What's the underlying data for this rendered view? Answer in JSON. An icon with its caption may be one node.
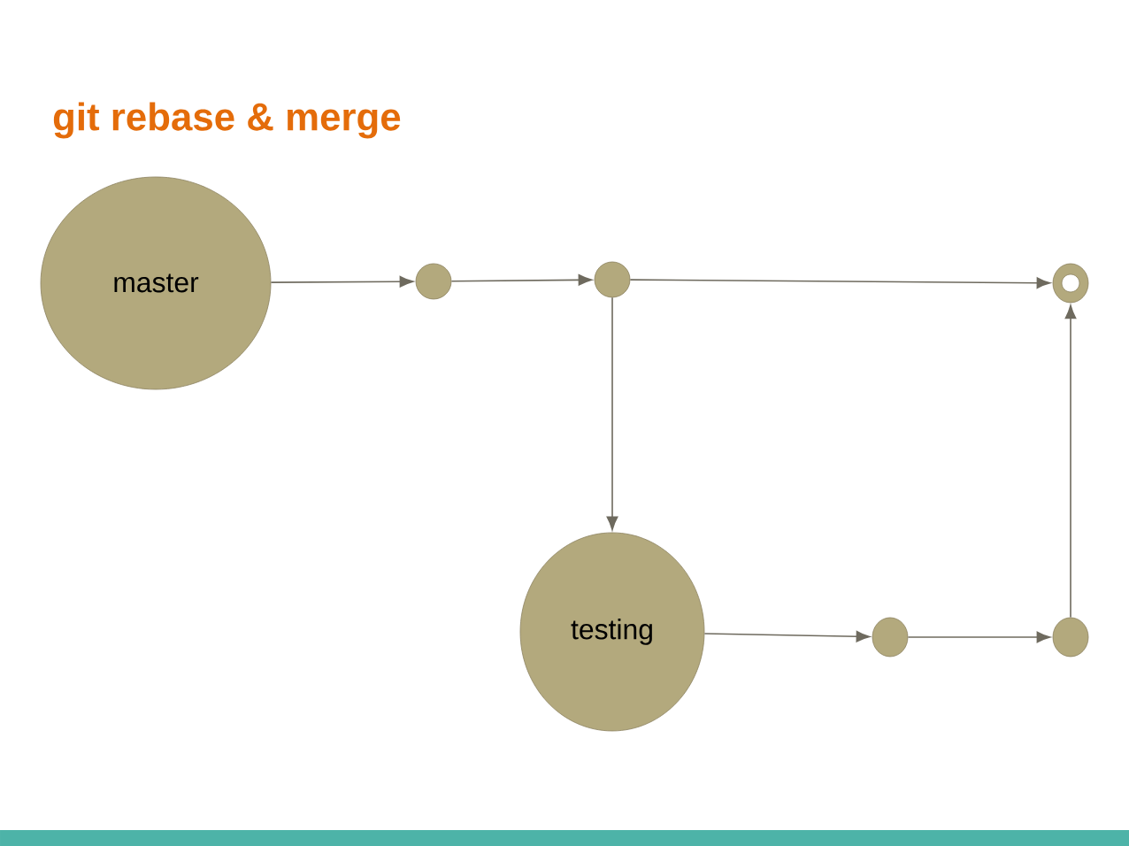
{
  "diagram": {
    "title": "git rebase & merge",
    "nodes": [
      {
        "text": [
          "master"
        ]
      },
      {
        "text": [],
        "shape": "circle"
      },
      {
        "text": [],
        "shape": "circle"
      },
      {
        "text": [],
        "shape": "circle"
      },
      {
        "text": [
          "testing"
        ]
      },
      {
        "text": [],
        "shape": "circle"
      },
      {
        "text": [],
        "shape": "circle"
      }
    ],
    "edges": [
      {
        "from": 0,
        "to": 1,
        "arrow": "to"
      },
      {
        "from": 1,
        "to": 2,
        "arrow": "to"
      },
      {
        "from": 2,
        "to": 3,
        "arrow": "to"
      },
      {
        "from": 2,
        "to": 4,
        "arrow": "to"
      },
      {
        "from": 4,
        "to": 5,
        "arrow": "to"
      },
      {
        "from": 5,
        "to": 6,
        "arrow": "to"
      },
      {
        "from": 6,
        "to": 3,
        "arrow": "to"
      }
    ]
  }
}
